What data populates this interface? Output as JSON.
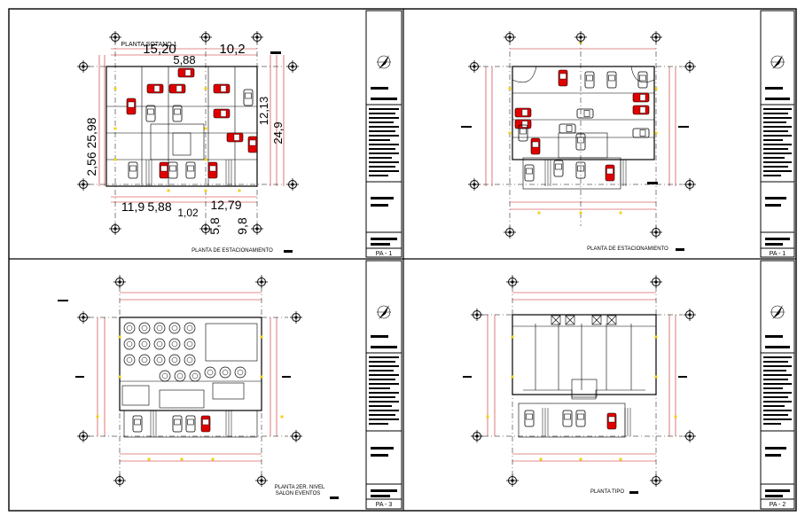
{
  "sheets": [
    {
      "id": "tl",
      "caption": "PLANTA DE ESTACIONAMIENTO",
      "sheet_code": "PA - 1",
      "sub_caption": ""
    },
    {
      "id": "tr",
      "caption": "PLANTA DE ESTACIONAMIENTO",
      "sheet_code": "PA - 1",
      "sub_caption": ""
    },
    {
      "id": "bl",
      "caption": "PLANTA 2ER. NIVEL",
      "sheet_code": "PA - 3",
      "sub_caption": "SALON EVENTOS"
    },
    {
      "id": "br",
      "caption": "PLANTA TIPO",
      "sheet_code": "PA - 2",
      "sub_caption": ""
    }
  ],
  "top_left_labels": {
    "title": "PLANTA SOTANO 1",
    "dims_top": [
      "15,20",
      "10,2"
    ],
    "dim_top_small": "5,88",
    "dims_left": [
      "25,98",
      "2,56"
    ],
    "dims_right": [
      "12,13",
      "24,9"
    ],
    "dims_bottom": [
      "11,9",
      "5,88",
      "12,79",
      "1,02"
    ],
    "dim_bottom_vert": [
      "5,8",
      "9,8"
    ]
  },
  "colors": {
    "line": "#000000",
    "car_red": "#e00000",
    "grid_yellow": "#f2d21b",
    "dim_red": "#c81e1e"
  }
}
